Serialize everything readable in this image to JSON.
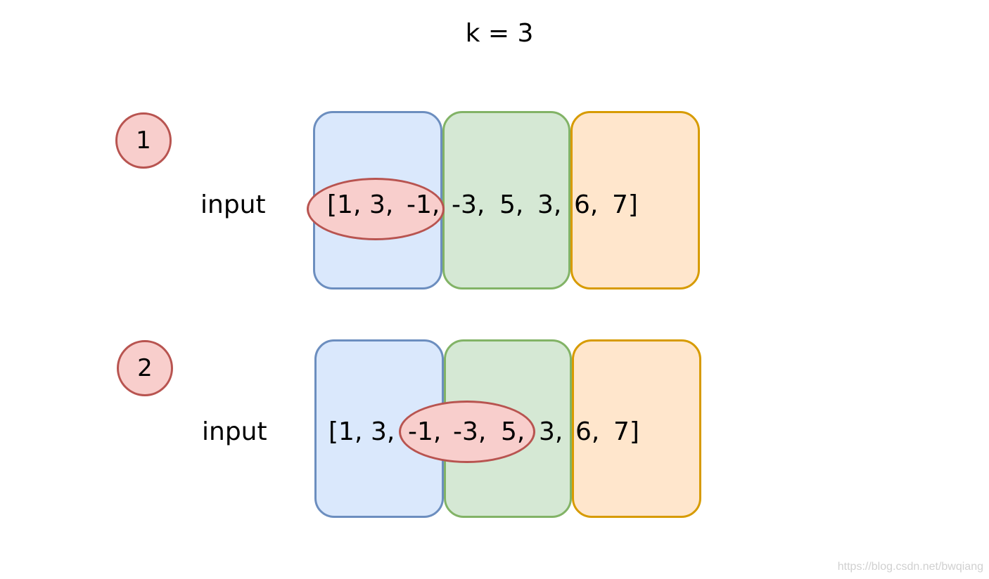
{
  "title": "k = 3",
  "colors": {
    "blue_fill": "#dae8fc",
    "blue_stroke": "#6c8ebf",
    "green_fill": "#d5e8d4",
    "green_stroke": "#82b366",
    "orange_fill": "#ffe6cc",
    "orange_stroke": "#d79b00",
    "red_fill": "#f8cecc",
    "red_stroke": "#b85450"
  },
  "rows": [
    {
      "badge": "1",
      "label": "input",
      "tokens": [
        "[1,",
        "3,",
        "-1,",
        "-3,",
        "5,",
        "3,",
        "6,",
        "7]"
      ],
      "highlight": "[1, 3, -1,"
    },
    {
      "badge": "2",
      "label": "input",
      "tokens": [
        "[1,",
        "3,",
        "-1,",
        "-3,",
        "5,",
        "3,",
        "6,",
        "7]"
      ],
      "highlight": "-1, -3, 5,"
    }
  ],
  "watermark": "https://blog.csdn.net/bwqiang"
}
